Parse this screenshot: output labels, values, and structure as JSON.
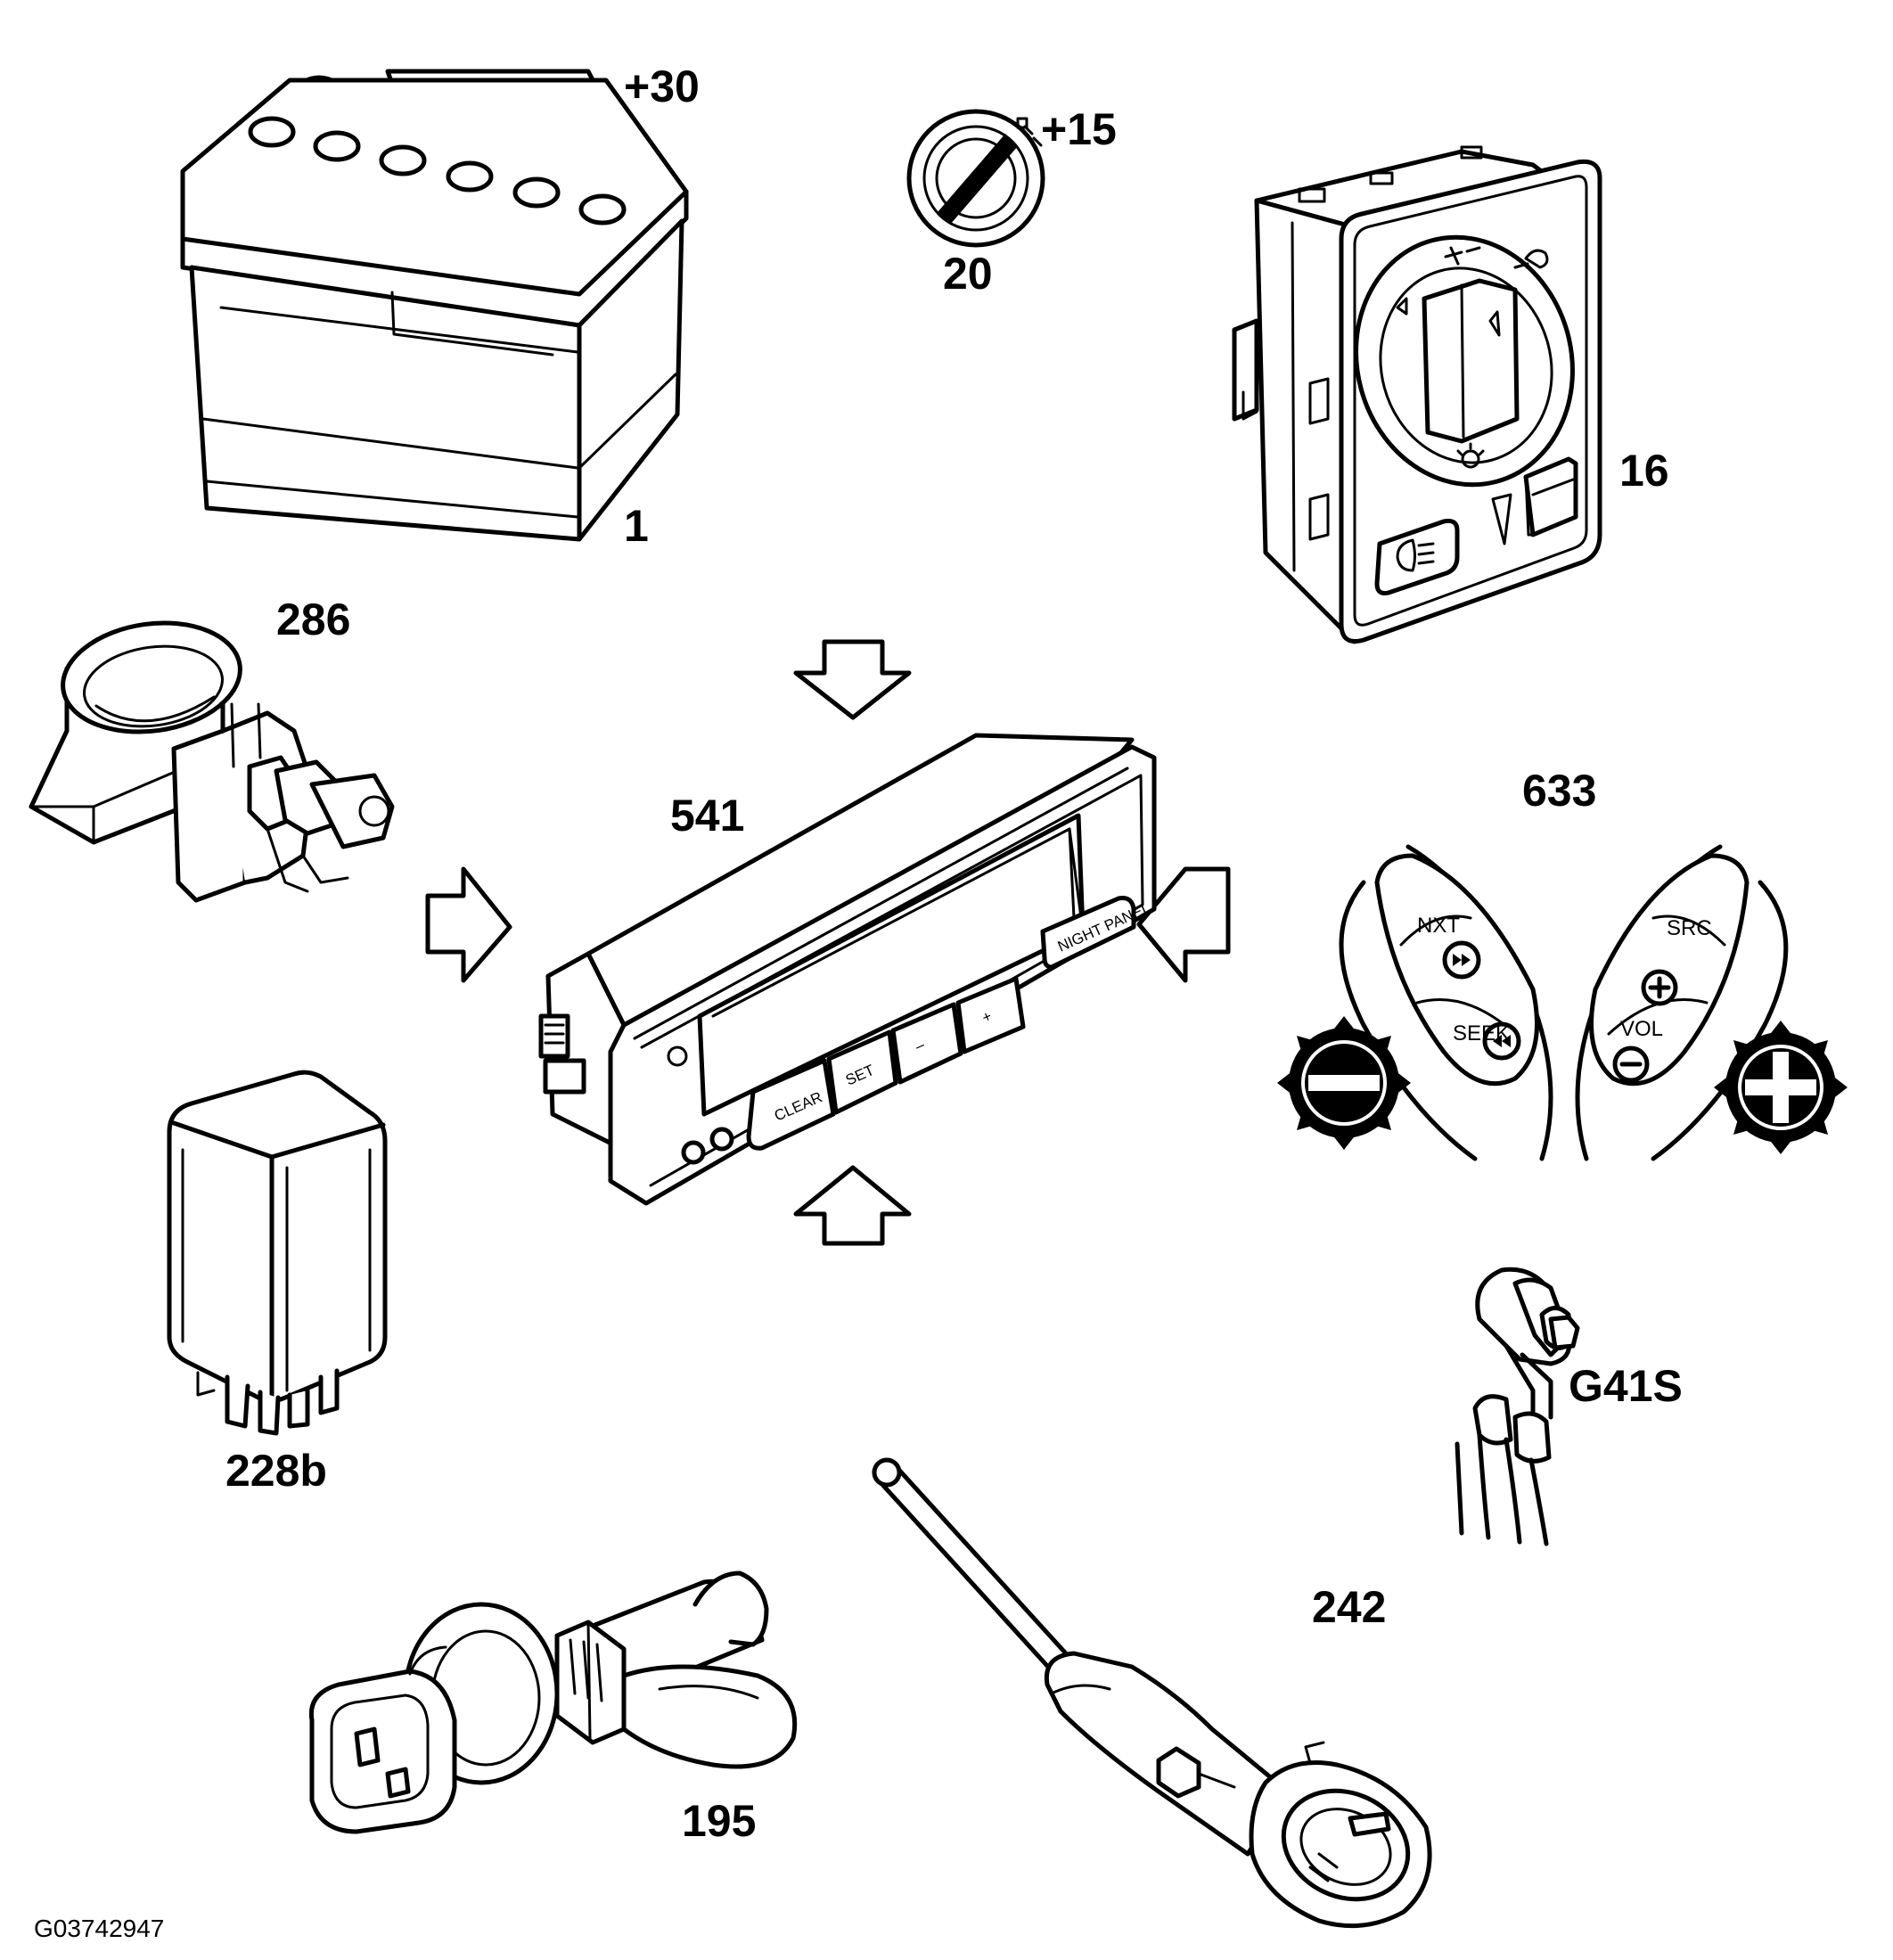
{
  "labels": {
    "battery_terminal": "+30",
    "battery": "1",
    "ignition_terminal": "+15",
    "ignition_switch": "20",
    "light_switch": "16",
    "sensor_286": "286",
    "control_unit": "541",
    "steering_controls": "633",
    "relay": "228b",
    "ground_point": "G41S",
    "probe_sensor": "242",
    "pressure_switch": "195"
  },
  "control_unit_buttons": {
    "clear": "CLEAR",
    "set": "SET",
    "minus": "–",
    "plus": "+",
    "night_panel": "NIGHT PANEL"
  },
  "steering_buttons": {
    "next": "NXT",
    "seek": "SEEK",
    "source": "SRC",
    "volume": "VOL"
  },
  "reference_code": "G03742947"
}
